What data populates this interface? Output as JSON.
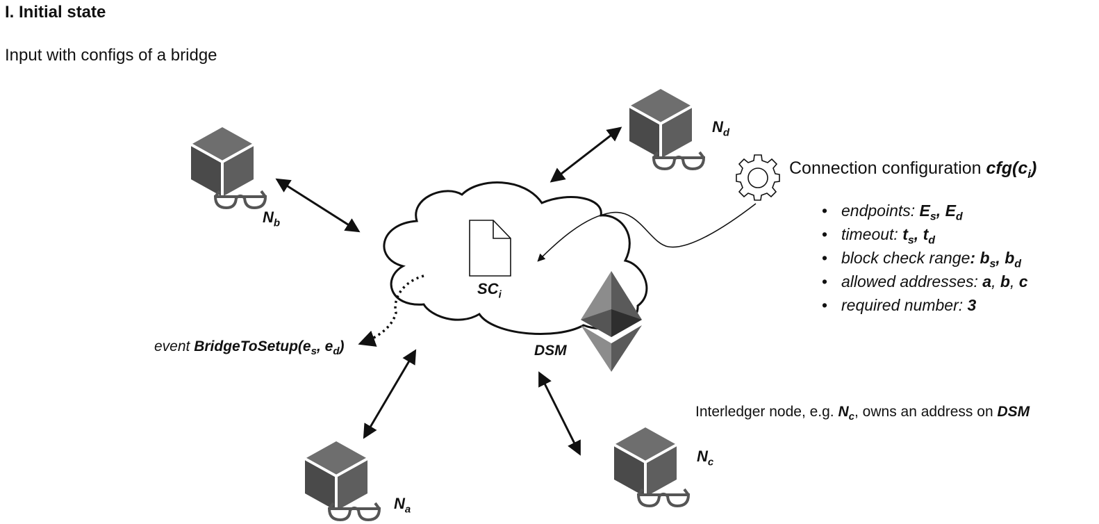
{
  "heading": "I. Initial state",
  "subheading": "Input with configs of a bridge",
  "nodes": {
    "a": {
      "name": "N",
      "sub": "a"
    },
    "b": {
      "name": "N",
      "sub": "b"
    },
    "c": {
      "name": "N",
      "sub": "c"
    },
    "d": {
      "name": "N",
      "sub": "d"
    }
  },
  "contract": {
    "name": "SC",
    "sub": "i"
  },
  "dsm_label": "DSM",
  "event": {
    "prefix": "event ",
    "name": "BridgeToSetup(e",
    "sub1": "s",
    "mid": ", e",
    "sub2": "d",
    "suffix": ")"
  },
  "config": {
    "title_plain": "Connection configuration ",
    "title_fn": "cfg(c",
    "title_sub": "i",
    "title_close": ")",
    "items": [
      {
        "label": "endpoints: ",
        "v1": "E",
        "s1": "s",
        "sep": ", ",
        "v2": "E",
        "s2": "d"
      },
      {
        "label": "timeout: ",
        "v1": "t",
        "s1": "s",
        "sep": ", ",
        "v2": "t",
        "s2": "d"
      },
      {
        "label": "block check range",
        "colon": ": ",
        "v1": "b",
        "s1": "s",
        "sep": ", ",
        "v2": "b",
        "s2": "d"
      },
      {
        "label": "allowed addresses: ",
        "v1": "a",
        "sep1": ", ",
        "v2": "b",
        "sep2": ", ",
        "v3": "c"
      },
      {
        "label": "required number: ",
        "v1": "3"
      }
    ]
  },
  "interledger_note": {
    "pre": "Interledger node, e.g. ",
    "node": "N",
    "node_sub": "c",
    "mid": ", owns an address on ",
    "dsm": "DSM"
  },
  "icons": [
    "node-cube-icon",
    "glasses-icon",
    "document-icon",
    "gear-icon",
    "ethereum-icon",
    "cloud-icon"
  ],
  "colors": {
    "cube_dark": "#4a4a4a",
    "cube_mid": "#5e5e5e",
    "cube_light": "#6e6e6e",
    "eth_dark": "#3c3c3c",
    "eth_light": "#8c8c8c"
  }
}
